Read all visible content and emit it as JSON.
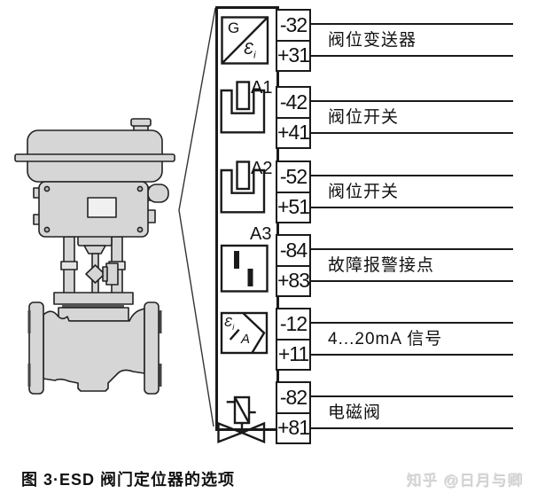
{
  "figure": {
    "caption": "图 3·ESD 阀门定位器的选项",
    "watermark": "知乎 @日月与卿"
  },
  "terminal_diagram": {
    "rows": [
      {
        "symbol": "position-transmitter-icon",
        "device_id": "",
        "neg": "-32",
        "pos": "+31",
        "label": "阀位变送器"
      },
      {
        "symbol": "limit-switch-icon",
        "device_id": "A1",
        "neg": "-42",
        "pos": "+41",
        "label": "阀位开关"
      },
      {
        "symbol": "limit-switch-icon",
        "device_id": "A2",
        "neg": "-52",
        "pos": "+51",
        "label": "阀位开关"
      },
      {
        "symbol": "fault-contact-icon",
        "device_id": "A3",
        "neg": "-84",
        "pos": "+83",
        "label": "故障报警接点"
      },
      {
        "symbol": "ia-converter-icon",
        "device_id": "",
        "neg": "-12",
        "pos": "+11",
        "label": "4...20mA 信号"
      },
      {
        "symbol": "solenoid-valve-icon",
        "device_id": "",
        "neg": "-82",
        "pos": "+81",
        "label": "电磁阀"
      }
    ],
    "symbol_text": {
      "transmitter_g": "G",
      "transmitter_e": "Ɛ",
      "transmitter_sub": "i",
      "converter_e": "Ɛ",
      "converter_sub": "i",
      "converter_a": "A"
    }
  }
}
